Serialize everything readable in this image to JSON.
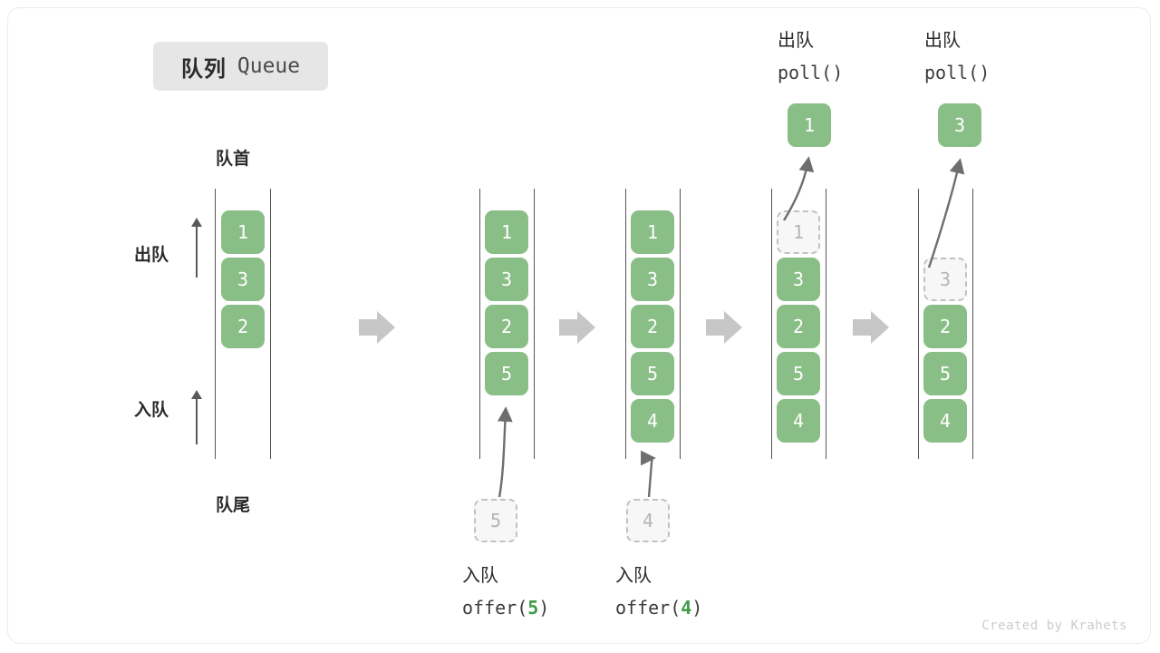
{
  "title": {
    "cn": "队列",
    "en": "Queue"
  },
  "axis_labels": {
    "head": "队首",
    "tail": "队尾",
    "dequeue": "出队",
    "enqueue": "入队"
  },
  "credit": "Created by Krahets",
  "colors": {
    "cell_fill": "#8abe87",
    "cell_text": "#ffffff",
    "ghost_fill": "#f7f7f7",
    "ghost_border": "#c2c2c2",
    "ghost_text": "#b4b4b4",
    "rail": "#555555",
    "step_arrow": "#c6c6c6",
    "motion_arrow": "#6e6e6e",
    "badge_bg": "#e6e6e6",
    "arg_green": "#3f9c48"
  },
  "steps": [
    {
      "id": "initial",
      "cells": [
        {
          "value": "1",
          "state": "solid"
        },
        {
          "value": "3",
          "state": "solid"
        },
        {
          "value": "2",
          "state": "solid"
        }
      ],
      "caption_cn": "",
      "caption_code": "",
      "caption_arg": "",
      "pending": null,
      "popped": null
    },
    {
      "id": "offer-5",
      "cells": [
        {
          "value": "1",
          "state": "solid"
        },
        {
          "value": "3",
          "state": "solid"
        },
        {
          "value": "2",
          "state": "solid"
        },
        {
          "value": "5",
          "state": "solid"
        }
      ],
      "caption_cn": "入队",
      "caption_code_prefix": "offer(",
      "caption_arg": "5",
      "caption_code_suffix": ")",
      "pending": {
        "value": "5",
        "state": "ghost"
      },
      "popped": null
    },
    {
      "id": "offer-4",
      "cells": [
        {
          "value": "1",
          "state": "solid"
        },
        {
          "value": "3",
          "state": "solid"
        },
        {
          "value": "2",
          "state": "solid"
        },
        {
          "value": "5",
          "state": "solid"
        },
        {
          "value": "4",
          "state": "solid"
        }
      ],
      "caption_cn": "入队",
      "caption_code_prefix": "offer(",
      "caption_arg": "4",
      "caption_code_suffix": ")",
      "pending": {
        "value": "4",
        "state": "ghost"
      },
      "popped": null
    },
    {
      "id": "poll-1",
      "cells": [
        {
          "value": "1",
          "state": "ghost"
        },
        {
          "value": "3",
          "state": "solid"
        },
        {
          "value": "2",
          "state": "solid"
        },
        {
          "value": "5",
          "state": "solid"
        },
        {
          "value": "4",
          "state": "solid"
        }
      ],
      "caption_cn": "出队",
      "caption_code_prefix": "poll(",
      "caption_arg": "",
      "caption_code_suffix": ")",
      "pending": null,
      "popped": {
        "value": "1",
        "state": "solid"
      }
    },
    {
      "id": "poll-3",
      "cells": [
        {
          "value": "",
          "state": "empty"
        },
        {
          "value": "3",
          "state": "ghost"
        },
        {
          "value": "2",
          "state": "solid"
        },
        {
          "value": "5",
          "state": "solid"
        },
        {
          "value": "4",
          "state": "solid"
        }
      ],
      "caption_cn": "出队",
      "caption_code_prefix": "poll(",
      "caption_arg": "",
      "caption_code_suffix": ")",
      "pending": null,
      "popped": {
        "value": "3",
        "state": "solid"
      }
    }
  ]
}
